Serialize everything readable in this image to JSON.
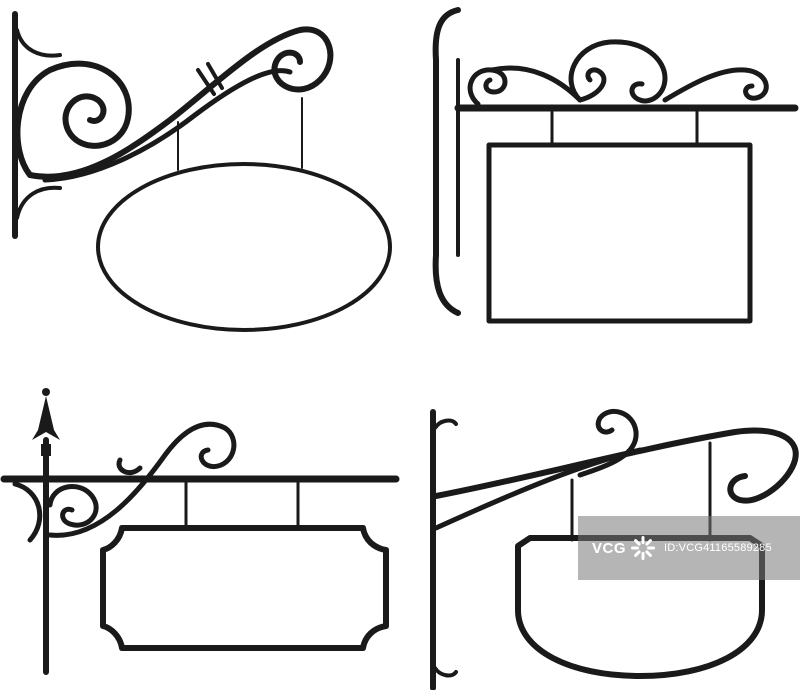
{
  "image": {
    "description_items": [
      "sign-ornate-oval",
      "sign-rectangle",
      "sign-notched-frame",
      "sign-shield"
    ]
  },
  "watermark": {
    "brand": "VCG",
    "id_text": "ID:VCG41165589285"
  },
  "colors": {
    "ink": "#1a1a1a",
    "background": "#ffffff",
    "watermark_bg": "rgba(120,120,120,0.55)"
  }
}
